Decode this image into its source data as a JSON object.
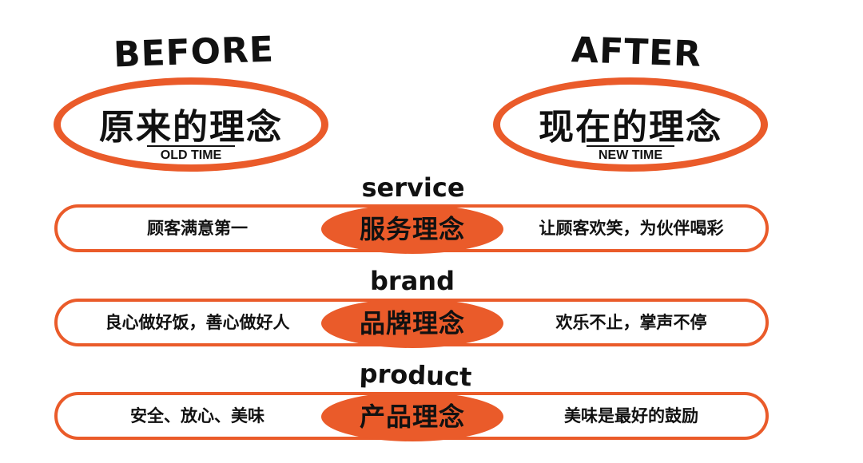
{
  "before": {
    "title": "BEFORE",
    "main": "原来的理念",
    "sub": "OLD TIME"
  },
  "after": {
    "title": "AFTER",
    "main": "现在的理念",
    "sub": "NEW TIME"
  },
  "rows": [
    {
      "label": "service",
      "center": "服务理念",
      "left": "顾客满意第一",
      "right": "让顾客欢笑，为伙伴喝彩"
    },
    {
      "label": "brand",
      "center": "品牌理念",
      "left": "良心做好饭，善心做好人",
      "right": "欢乐不止，掌声不停"
    },
    {
      "label": "product",
      "center": "产品理念",
      "left": "安全、放心、美味",
      "right": "美味是最好的鼓励"
    }
  ],
  "colors": {
    "accent": "#ea5b2a",
    "text": "#111111",
    "background": "#ffffff"
  }
}
